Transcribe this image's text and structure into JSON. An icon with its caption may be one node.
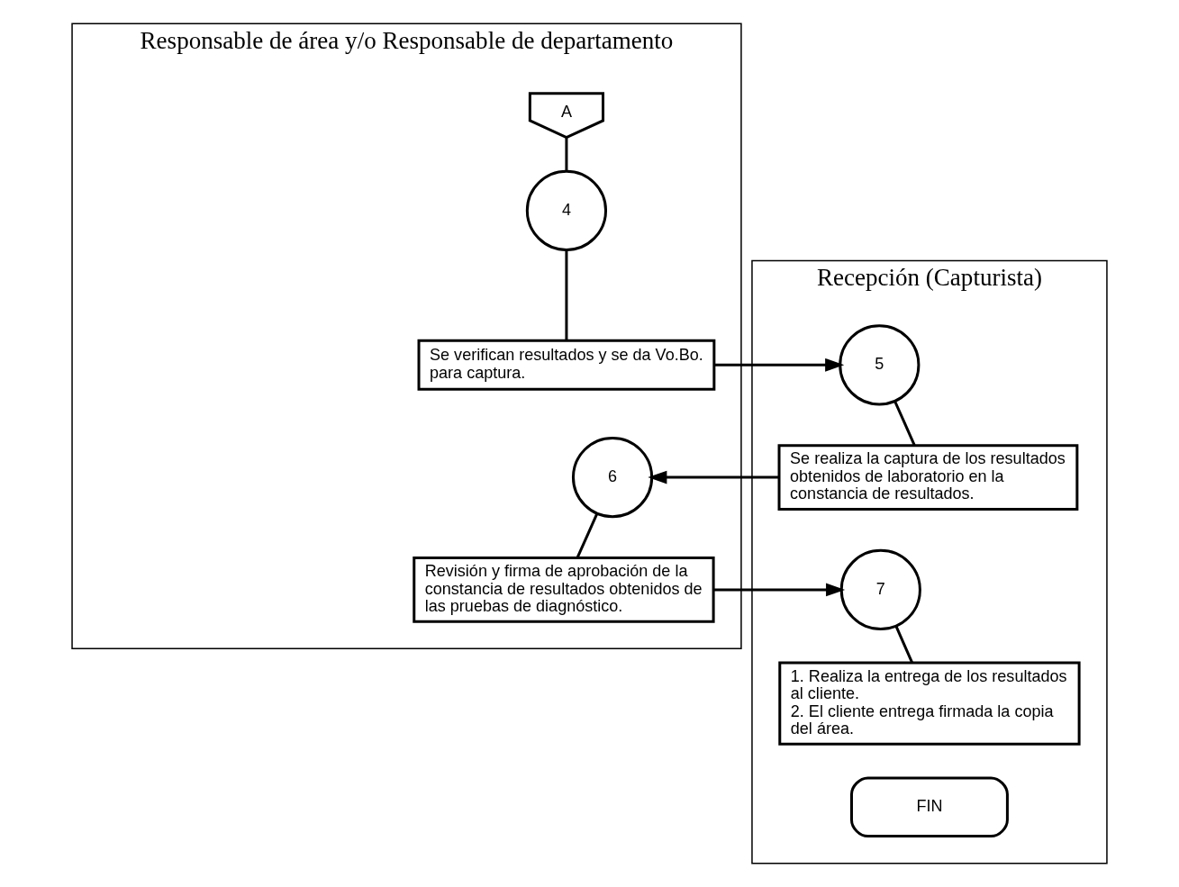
{
  "diagram": {
    "nodes": [
      {
        "text": [
          "Responsable de área y/o Responsable de departamento"
        ]
      },
      {
        "text": [
          "Recepción (Capturista)"
        ]
      },
      {
        "text": [
          "A"
        ],
        "in": 0
      },
      {
        "text": [
          "4"
        ],
        "in": 0
      },
      {
        "text": [
          "Se verifican resultados y se da Vo.Bo. para captura."
        ],
        "in": 0
      },
      {
        "text": [
          "5"
        ],
        "in": 1
      },
      {
        "text": [
          "Se realiza la captura de los resultados obtenidos de laboratorio en la constancia de resultados."
        ],
        "in": 1
      },
      {
        "text": [
          "6"
        ],
        "in": 0
      },
      {
        "text": [
          "Revisión y firma de aprobación de la constancia de resultados obtenidos de las pruebas de diagnóstico."
        ],
        "in": 0
      },
      {
        "text": [
          "7"
        ],
        "in": 1
      },
      {
        "text": [
          "1. Realiza la entrega de los resultados al cliente.",
          "2. El cliente entrega firmada la copia del área."
        ],
        "in": 1
      },
      {
        "text": [
          "FIN"
        ],
        "in": 1
      }
    ],
    "edges": [
      {
        "from": 2,
        "to": 3,
        "arrow": "none"
      },
      {
        "from": 3,
        "to": 4,
        "arrow": "none"
      },
      {
        "from": 4,
        "to": 5,
        "arrow": "to"
      },
      {
        "from": 5,
        "to": 6,
        "arrow": "none"
      },
      {
        "from": 6,
        "to": 7,
        "arrow": "to"
      },
      {
        "from": 7,
        "to": 8,
        "arrow": "none"
      },
      {
        "from": 8,
        "to": 9,
        "arrow": "to"
      },
      {
        "from": 9,
        "to": 10,
        "arrow": "none"
      }
    ]
  }
}
